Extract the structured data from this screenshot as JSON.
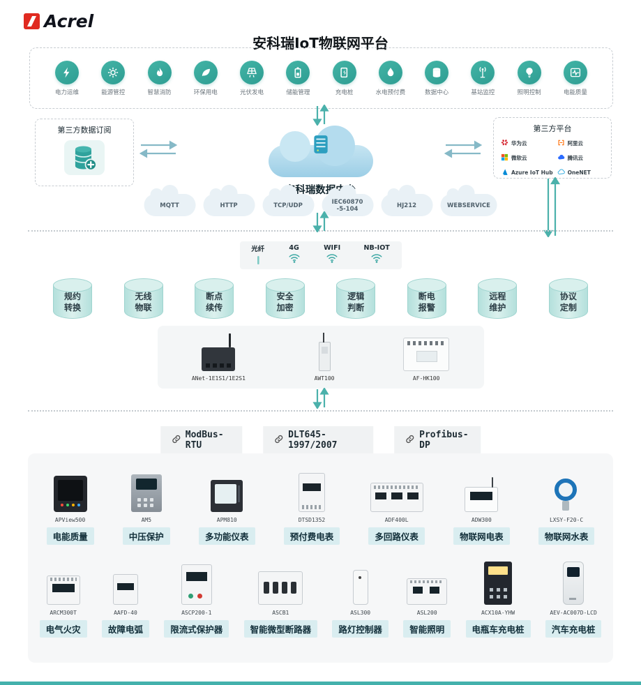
{
  "brand": {
    "name": "Acrel"
  },
  "title": "安科瑞IoT物联网平台",
  "apps": [
    {
      "label": "电力运维"
    },
    {
      "label": "能源管控"
    },
    {
      "label": "智慧消防"
    },
    {
      "label": "环保用电"
    },
    {
      "label": "光伏发电"
    },
    {
      "label": "储能管理"
    },
    {
      "label": "充电桩"
    },
    {
      "label": "水电预付费"
    },
    {
      "label": "数据中心"
    },
    {
      "label": "基站监控"
    },
    {
      "label": "照明控制"
    },
    {
      "label": "电能质量"
    }
  ],
  "third_party_subscribe": {
    "title": "第三方数据订阅"
  },
  "data_center": {
    "label": "安科瑞数据中台"
  },
  "third_party_platform": {
    "title": "第三方平台",
    "platforms": [
      {
        "name": "华为云",
        "color": "#d5232e"
      },
      {
        "name": "阿里云",
        "color": "#ff6a00"
      },
      {
        "name": "微软云",
        "color": "#7fba00"
      },
      {
        "name": "腾讯云",
        "color": "#2b6bff"
      },
      {
        "name": "Azure IoT Hub",
        "color": "#0089d6"
      },
      {
        "name": "OneNET",
        "color": "#29a8df"
      }
    ]
  },
  "protocol_clouds": [
    {
      "label": "MQTT"
    },
    {
      "label": "HTTP"
    },
    {
      "label": "TCP/UDP"
    },
    {
      "label": "IEC60870",
      "label2": "-5-104"
    },
    {
      "label": "HJ212"
    },
    {
      "label": "WEBSERVICE"
    }
  ],
  "connectivity": [
    {
      "label": "光纤"
    },
    {
      "label": "4G"
    },
    {
      "label": "WIFI"
    },
    {
      "label": "NB-IOT"
    }
  ],
  "features": [
    {
      "line1": "规约",
      "line2": "转换"
    },
    {
      "line1": "无线",
      "line2": "物联"
    },
    {
      "line1": "断点",
      "line2": "续传"
    },
    {
      "line1": "安全",
      "line2": "加密"
    },
    {
      "line1": "逻辑",
      "line2": "判断"
    },
    {
      "line1": "断电",
      "line2": "报警"
    },
    {
      "line1": "远程",
      "line2": "维护"
    },
    {
      "line1": "协议",
      "line2": "定制"
    }
  ],
  "gateways": [
    {
      "model": "ANet-1E1S1/1E2S1",
      "kind": "anet"
    },
    {
      "model": "AWT100",
      "kind": "awt"
    },
    {
      "model": "AF-HK100",
      "kind": "afhk"
    }
  ],
  "bus_protocols": [
    {
      "label": "ModBus-RTU"
    },
    {
      "label": "DLT645-1997/2007"
    },
    {
      "label": "Profibus-DP"
    }
  ],
  "devices_row1": [
    {
      "model": "APView500",
      "label": "电能质量",
      "kind": "apview"
    },
    {
      "model": "AM5",
      "label": "中压保护",
      "kind": "am5"
    },
    {
      "model": "APM810",
      "label": "多功能仪表",
      "kind": "apm810"
    },
    {
      "model": "DTSD1352",
      "label": "预付费电表",
      "kind": "dtsd"
    },
    {
      "model": "ADF400L",
      "label": "多回路仪表",
      "kind": "adf"
    },
    {
      "model": "ADW300",
      "label": "物联网电表",
      "kind": "adw"
    },
    {
      "model": "LXSY-F20-C",
      "label": "物联网水表",
      "kind": "water"
    }
  ],
  "devices_row2": [
    {
      "model": "ARCM300T",
      "label": "电气火灾",
      "kind": "arcm"
    },
    {
      "model": "AAFD-40",
      "label": "故障电弧",
      "kind": "aafd"
    },
    {
      "model": "ASCP200-1",
      "label": "限流式保护器",
      "kind": "ascp"
    },
    {
      "model": "ASCB1",
      "label": "智能微型断路器",
      "kind": "ascb"
    },
    {
      "model": "ASL300",
      "label": "路灯控制器",
      "kind": "asl300"
    },
    {
      "model": "ASL200",
      "label": "智能照明",
      "kind": "asl200"
    },
    {
      "model": "ACX10A-YHW",
      "label": "电瓶车充电桩",
      "kind": "acx"
    },
    {
      "model": "AEV-AC007D-LCD",
      "label": "汽车充电桩",
      "kind": "aev"
    }
  ],
  "colors": {
    "accent": "#3fa9a5",
    "arrow": "#4bb1ab",
    "chip_bg": "#d9edf0",
    "panel_bg": "#f6f7f8"
  }
}
